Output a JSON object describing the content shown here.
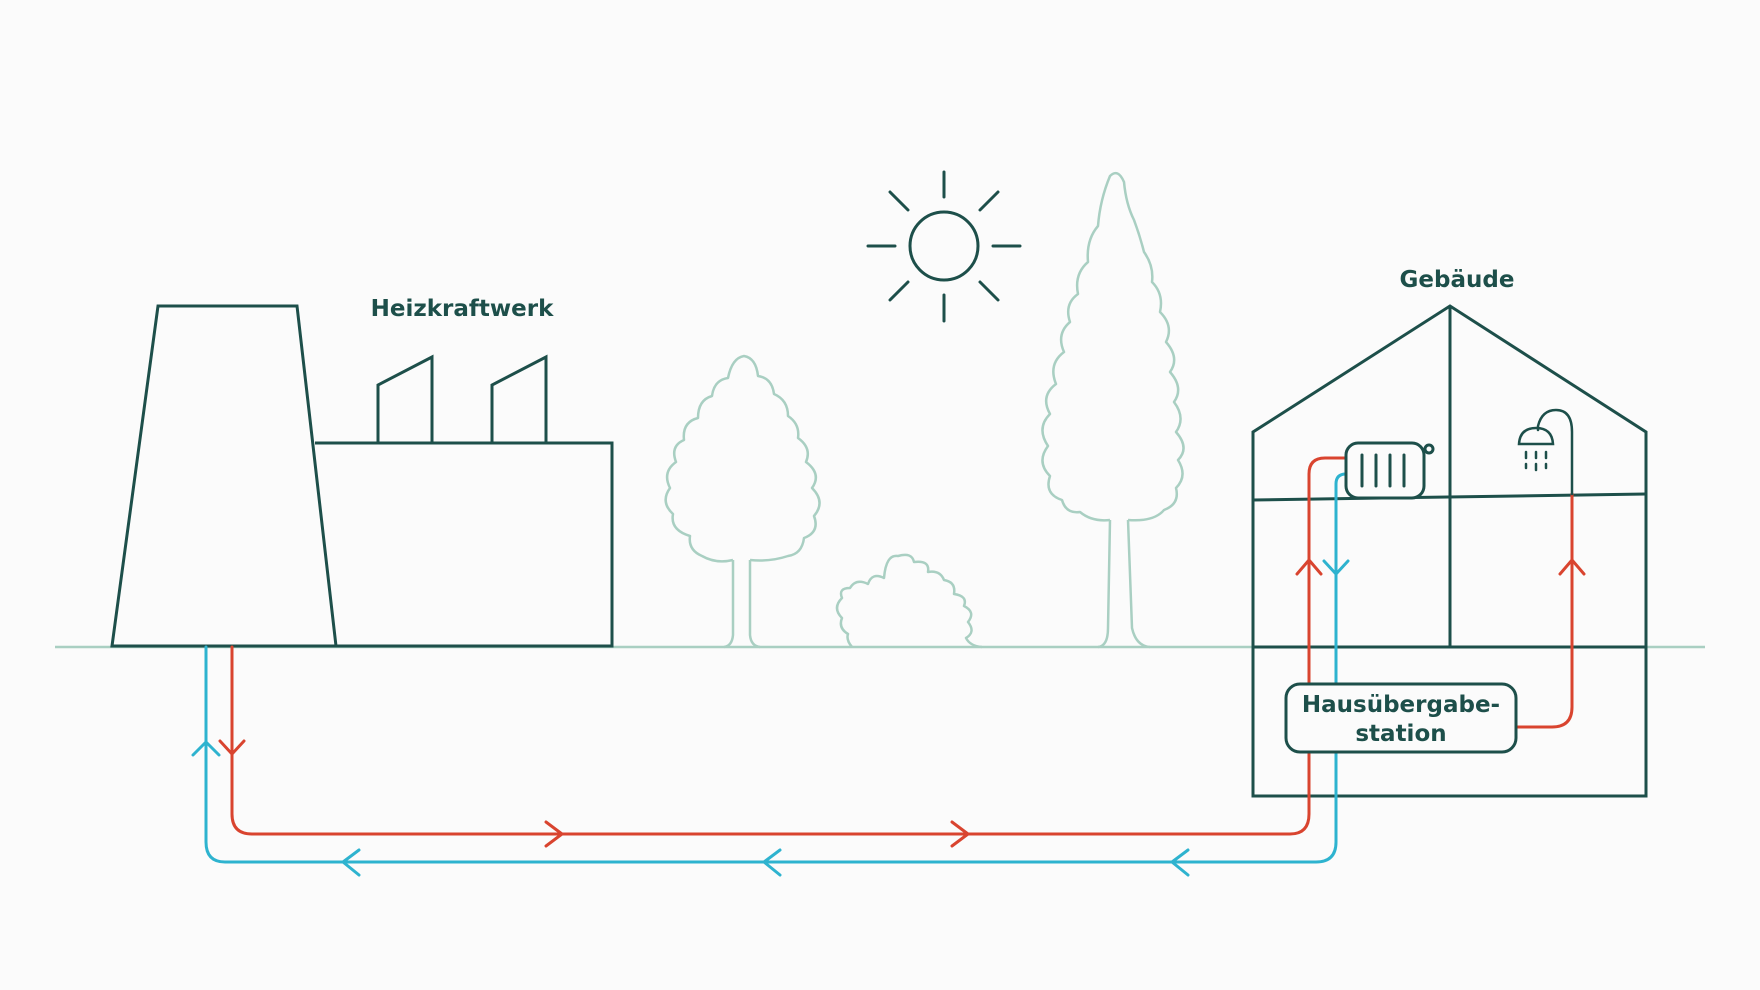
{
  "labels": {
    "plant": "Heizkraftwerk",
    "building": "Gebäude",
    "station_line1": "Hausübergabe-",
    "station_line2": "station"
  },
  "colors": {
    "background": "#fbfbfb",
    "structure": "#1d4f4a",
    "vegetation": "#a9cfc2",
    "supply": "#d9442f",
    "return": "#2eb3cf"
  },
  "icons": [
    "sun-icon",
    "radiator-icon",
    "shower-icon"
  ]
}
